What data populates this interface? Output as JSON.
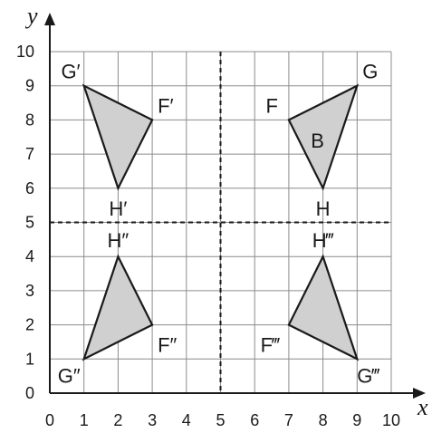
{
  "axes": {
    "x_title": "x",
    "y_title": "y",
    "x_ticks": [
      "0",
      "1",
      "2",
      "3",
      "4",
      "5",
      "6",
      "7",
      "8",
      "9",
      "10"
    ],
    "y_ticks": [
      "0",
      "1",
      "2",
      "3",
      "4",
      "5",
      "6",
      "7",
      "8",
      "9",
      "10"
    ]
  },
  "grid": {
    "x_range": [
      0,
      10
    ],
    "y_range": [
      0,
      10
    ],
    "step": 1
  },
  "mirror_lines": [
    {
      "orientation": "vertical",
      "x": 5
    },
    {
      "orientation": "horizontal",
      "y": 5
    }
  ],
  "colors": {
    "fill": "#d0d0d0",
    "stroke": "#1a1a1a",
    "grid": "#8c8c8c"
  },
  "shapes": [
    {
      "name": "shape-b",
      "center_label": "B",
      "vertices": [
        {
          "label": "F",
          "x": 7,
          "y": 8
        },
        {
          "label": "G",
          "x": 9,
          "y": 9
        },
        {
          "label": "H",
          "x": 8,
          "y": 6
        }
      ]
    },
    {
      "name": "shape-prime",
      "vertices": [
        {
          "label": "G′",
          "x": 1,
          "y": 9
        },
        {
          "label": "F′",
          "x": 3,
          "y": 8
        },
        {
          "label": "H′",
          "x": 2,
          "y": 6
        }
      ]
    },
    {
      "name": "shape-double-prime",
      "vertices": [
        {
          "label": "H″",
          "x": 2,
          "y": 4
        },
        {
          "label": "F″",
          "x": 3,
          "y": 2
        },
        {
          "label": "G″",
          "x": 1,
          "y": 1
        }
      ]
    },
    {
      "name": "shape-triple-prime",
      "vertices": [
        {
          "label": "H‴",
          "x": 8,
          "y": 4
        },
        {
          "label": "F‴",
          "x": 7,
          "y": 2
        },
        {
          "label": "G‴",
          "x": 9,
          "y": 1
        }
      ]
    }
  ]
}
